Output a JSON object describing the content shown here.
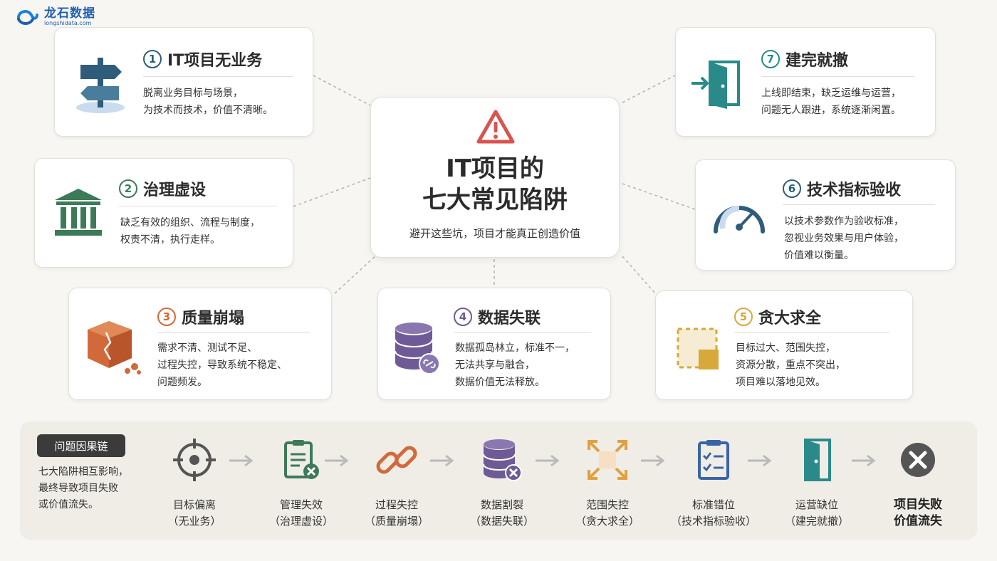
{
  "brand": {
    "name": "龙石数据",
    "url": "longshidata.com"
  },
  "center": {
    "title_line1": "IT项目的",
    "title_line2": "七大常见陷阱",
    "subtitle": "避开这些坑，项目才能真正创造价值"
  },
  "traps": [
    {
      "num": "1",
      "title": "IT项目无业务",
      "lines": [
        "脱离业务目标与场景，",
        "为技术而技术，价值不清晰。"
      ],
      "icon": "signpost-icon",
      "color": "#2e5c7a"
    },
    {
      "num": "2",
      "title": "治理虚设",
      "lines": [
        "缺乏有效的组织、流程与制度，",
        "权责不清，执行走样。"
      ],
      "icon": "institution-icon",
      "color": "#3d7a58"
    },
    {
      "num": "3",
      "title": "质量崩塌",
      "lines": [
        "需求不清、测试不足、",
        "过程失控，导致系统不稳定、",
        "问题频发。"
      ],
      "icon": "cracked-cube-icon",
      "color": "#d2693a"
    },
    {
      "num": "4",
      "title": "数据失联",
      "lines": [
        "数据孤岛林立，标准不一，",
        "无法共享与融合，",
        "数据价值无法释放。"
      ],
      "icon": "database-link-icon",
      "color": "#6e5a96"
    },
    {
      "num": "5",
      "title": "贪大求全",
      "lines": [
        "目标过大、范围失控，",
        "资源分散，重点不突出，",
        "项目难以落地见效。"
      ],
      "icon": "scope-expand-icon",
      "color": "#d8a93a"
    },
    {
      "num": "6",
      "title": "技术指标验收",
      "lines": [
        "以技术参数作为验收标准，",
        "忽视业务效果与用户体验，",
        "价值难以衡量。"
      ],
      "icon": "gauge-icon",
      "color": "#2e5c7a"
    },
    {
      "num": "7",
      "title": "建完就撤",
      "lines": [
        "上线即结束，缺乏运维与运营，",
        "问题无人跟进，系统逐渐闲置。"
      ],
      "icon": "exit-door-icon",
      "color": "#2a8a8a"
    }
  ],
  "chain": {
    "badge": "问题因果链",
    "desc_lines": [
      "七大陷阱相互影响，",
      "最终导致项目失败",
      "或价值流失。"
    ],
    "steps": [
      {
        "label": "目标偏离",
        "sub": "（无业务）",
        "icon": "target-icon"
      },
      {
        "label": "管理失效",
        "sub": "（治理虚设）",
        "icon": "clipboard-x-icon"
      },
      {
        "label": "过程失控",
        "sub": "（质量崩塌）",
        "icon": "broken-chain-icon"
      },
      {
        "label": "数据割裂",
        "sub": "（数据失联）",
        "icon": "database-x-icon"
      },
      {
        "label": "范围失控",
        "sub": "（贪大求全）",
        "icon": "expand-arrows-icon"
      },
      {
        "label": "标准错位",
        "sub": "（技术指标验收）",
        "icon": "checklist-icon"
      },
      {
        "label": "运营缺位",
        "sub": "（建完就撤）",
        "icon": "open-door-icon"
      },
      {
        "label": "项目失败",
        "sub": "价值流失",
        "icon": "fail-x-icon"
      }
    ]
  },
  "colors": {
    "warning": "#d9534f",
    "connector": "#b8b2a6",
    "arrow": "#b9b9b9"
  }
}
